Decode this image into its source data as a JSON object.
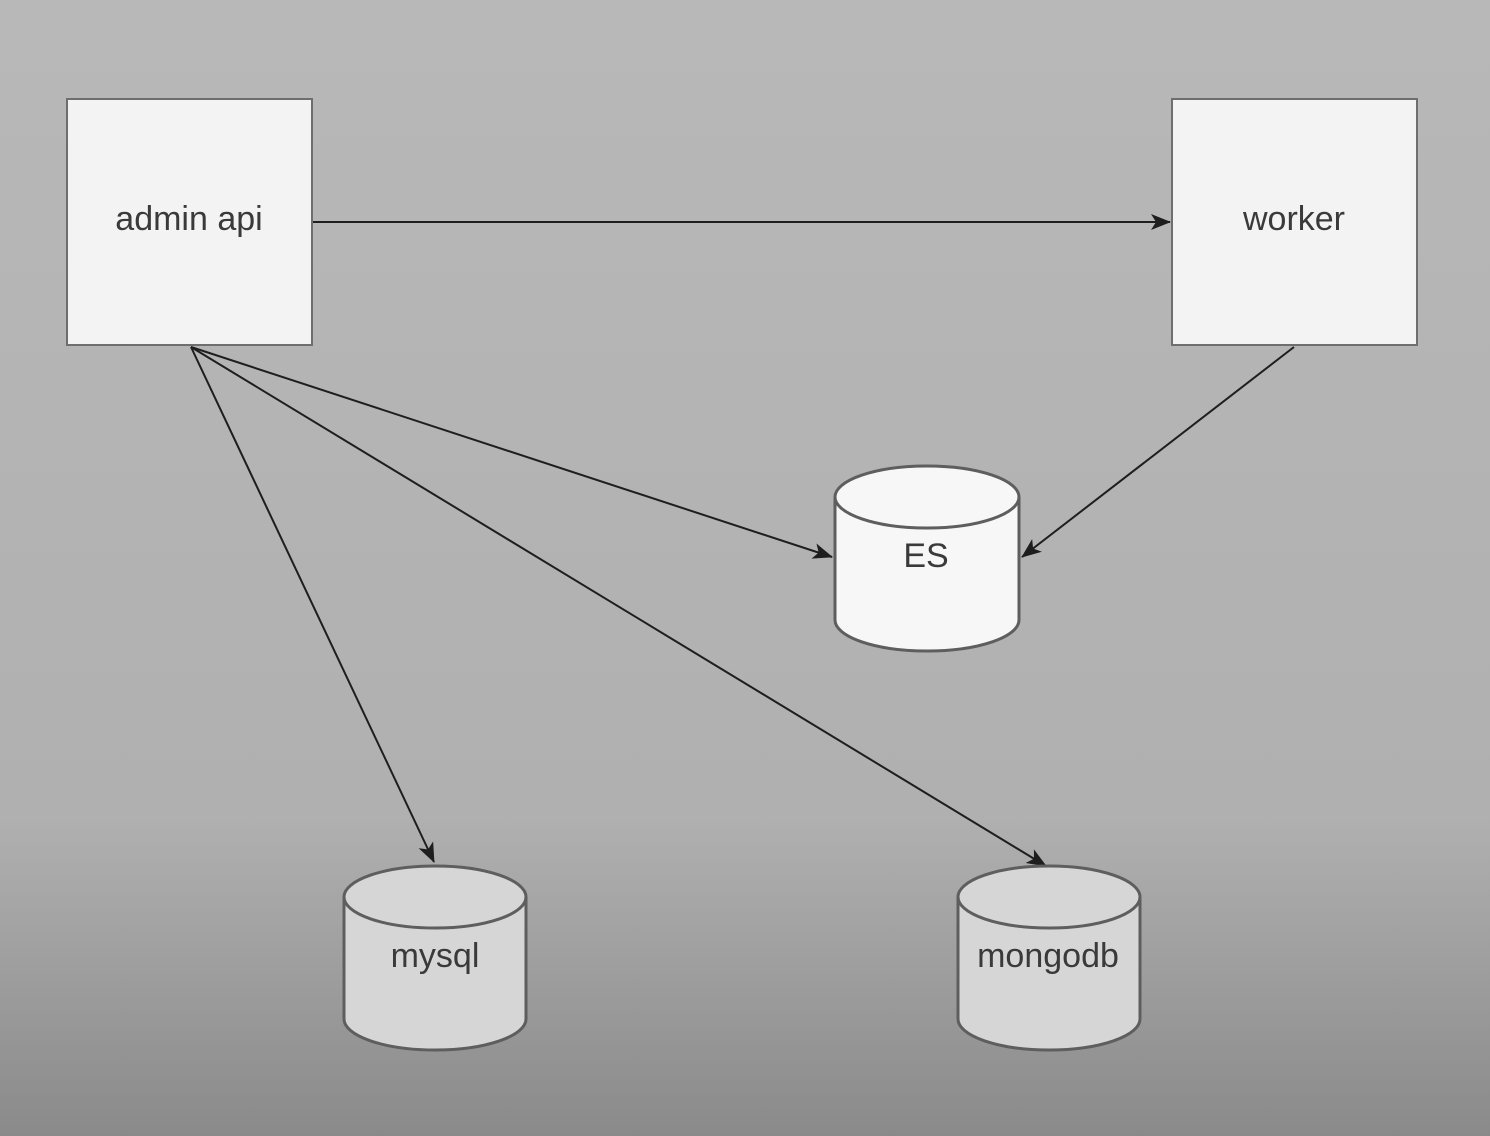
{
  "diagram": {
    "nodes": {
      "admin_api": {
        "label": "admin api",
        "shape": "rectangle"
      },
      "worker": {
        "label": "worker",
        "shape": "rectangle"
      },
      "es": {
        "label": "ES",
        "shape": "cylinder"
      },
      "mysql": {
        "label": "mysql",
        "shape": "cylinder"
      },
      "mongodb": {
        "label": "mongodb",
        "shape": "cylinder"
      }
    },
    "edges": [
      {
        "from": "admin api",
        "to": "worker"
      },
      {
        "from": "admin api",
        "to": "ES"
      },
      {
        "from": "admin api",
        "to": "mysql"
      },
      {
        "from": "admin api",
        "to": "mongodb"
      },
      {
        "from": "worker",
        "to": "ES"
      }
    ]
  },
  "colors": {
    "background_top": "#b9b9b9",
    "background_bottom": "#8a8a8a",
    "box_fill": "#f3f3f3",
    "box_stroke": "#6e6e6e",
    "cylinder_light_fill": "#f7f7f7",
    "cylinder_dark_fill": "#d6d6d6",
    "edge_stroke": "#1e1e1e",
    "label_text": "#3a3a3a"
  }
}
